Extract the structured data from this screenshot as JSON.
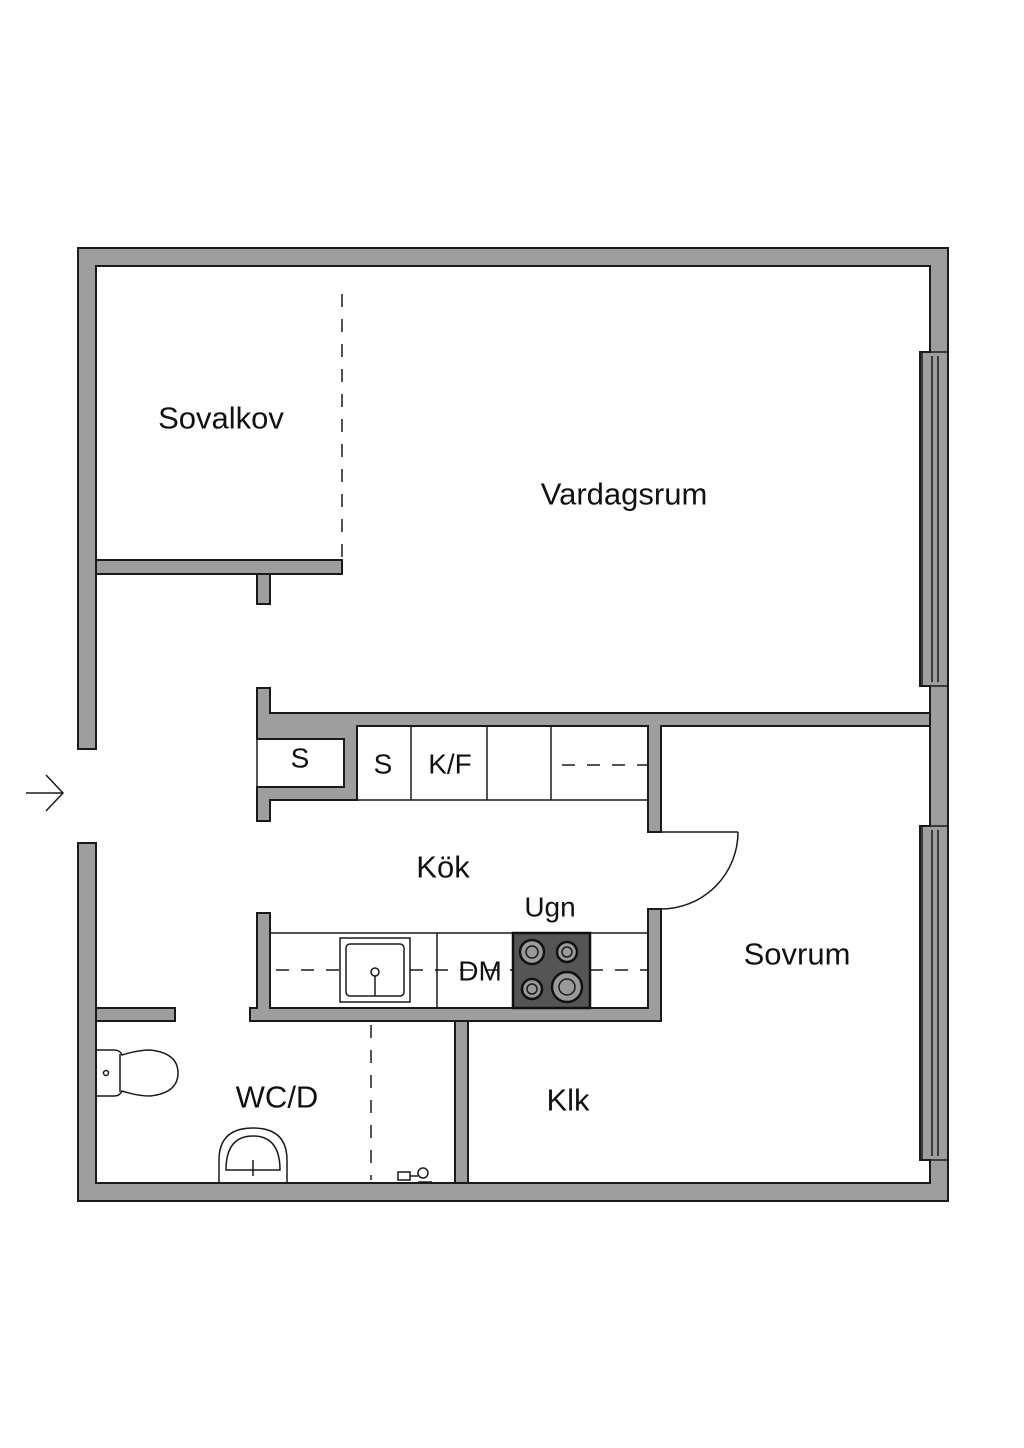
{
  "rooms": {
    "sovalkov": "Sovalkov",
    "vardagsrum": "Vardagsrum",
    "kok": "Kök",
    "sovrum": "Sovrum",
    "wc": "WC/D",
    "klk": "Klk"
  },
  "fixtures": {
    "hall_wardrobe": "S",
    "kitchen_cabinet": "S",
    "fridge_freezer": "K/F",
    "oven": "Ugn",
    "dishwasher": "DM"
  },
  "colors": {
    "wall": "#9e9e9e",
    "line": "#1a1a1a",
    "background": "#ffffff"
  },
  "icons": {
    "entrance": "entrance-arrow-icon",
    "toilet": "toilet-icon",
    "washbasin": "washbasin-icon",
    "sink": "kitchen-sink-icon",
    "hob": "hob-icon",
    "washer": "washer-connection-icon"
  }
}
